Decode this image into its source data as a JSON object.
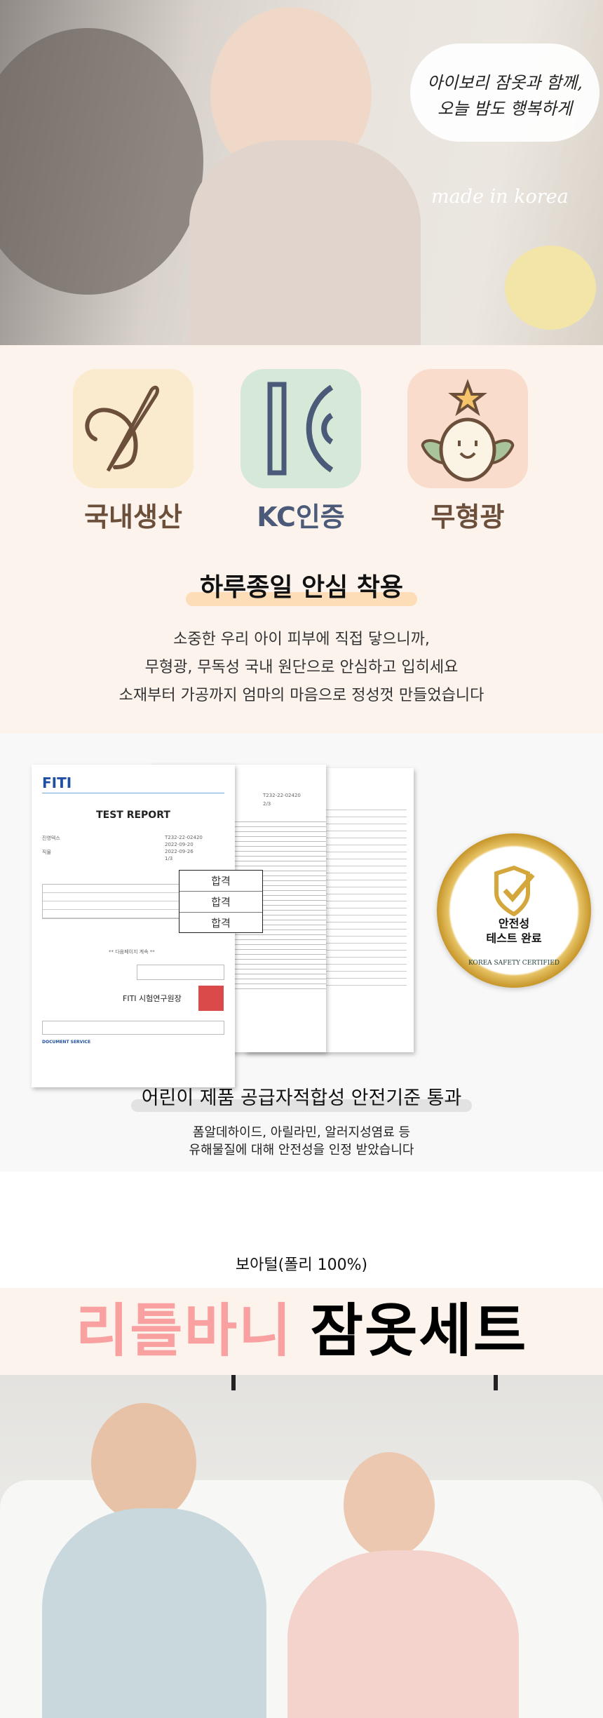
{
  "hero": {
    "bubble_text": "아이보리 잠옷과 함께,\n오늘 밤도 행복하게",
    "made_in": "made in korea"
  },
  "features": {
    "items": [
      {
        "label": "국내생산",
        "icon": "needle-thread-icon",
        "color": "#6b4f3a",
        "bg": "#faebcf"
      },
      {
        "label": "KC인증",
        "icon": "kc-mark-icon",
        "color": "#4a5a78",
        "bg": "#d6e9d8"
      },
      {
        "label": "무형광",
        "icon": "smiley-sprout-icon",
        "color": "#6b4f3a",
        "bg": "#f9dccb"
      }
    ],
    "title": "하루종일 안심 착용",
    "body": [
      "소중한 우리 아이 피부에 직접 닿으니까,",
      "무형광, 무독성 국내 원단으로 안심하고 입히세요",
      "소재부터 가공까지 엄마의 마음으로 정성껏 만들었습니다"
    ]
  },
  "test": {
    "report": {
      "logo": "FITI",
      "title": "TEST REPORT",
      "receipt_no": "T232-22-02420",
      "received": "2022-09-20",
      "issued": "2022-09-26",
      "page": "1/3",
      "page2": "2/3",
      "applicant": "진영텍스",
      "item": "직물",
      "issuer": "FITI 시험연구원장",
      "continued": "** 다음페이지 계속 **",
      "doc_service": "DOCUMENT SERVICE"
    },
    "pass": [
      "합격",
      "합격",
      "합격"
    ],
    "badge": {
      "text": "안전성\n테스트 완료",
      "arc": "KOREA SAFETY CERTIFIED"
    },
    "title": "어린이 제품 공급자적합성 안전기준 통과",
    "sub": "폼알데하이드, 아릴라민, 알러지성염료 등\n유해물질에 대해 안전성을 인정 받았습니다"
  },
  "product": {
    "material": "보아털(폴리 100%)",
    "name_accent": "리틀바니",
    "name_rest": "잠옷세트",
    "accent_color": "#f9a0a0"
  }
}
